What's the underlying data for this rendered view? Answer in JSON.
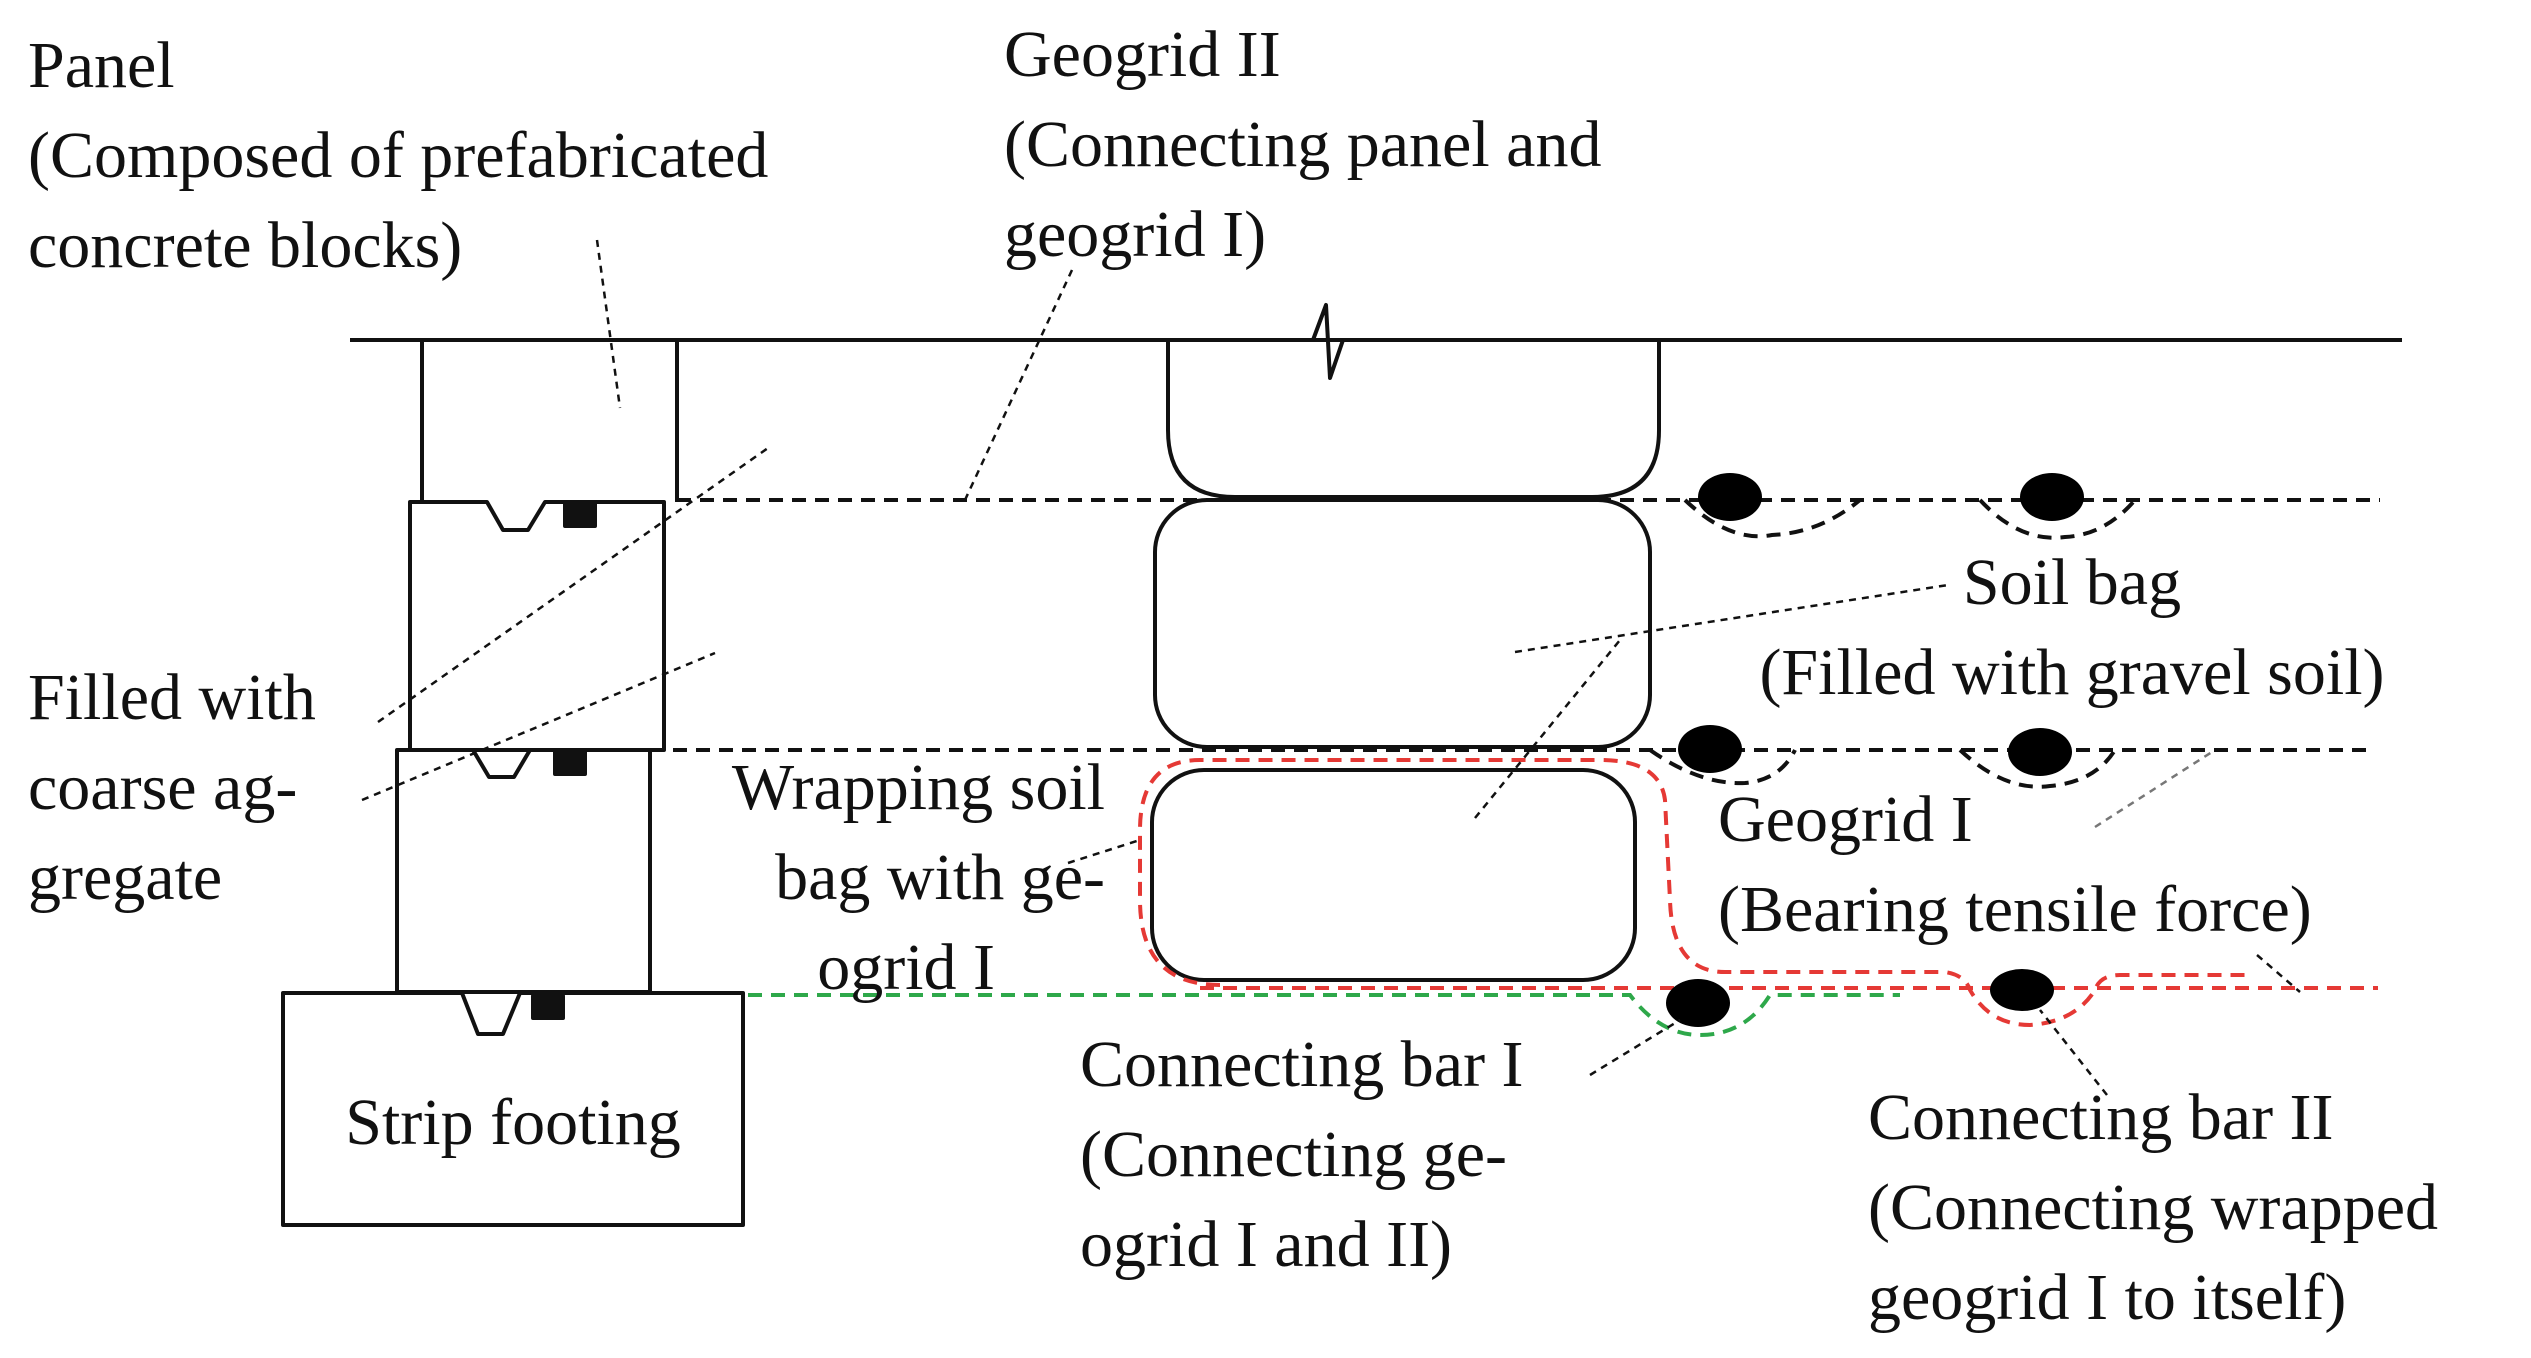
{
  "labels": {
    "panel": [
      "Panel",
      "(Composed of prefabricated",
      "concrete blocks)"
    ],
    "geogrid2": [
      "Geogrid II",
      "(Connecting panel and",
      "geogrid I)"
    ],
    "filled": [
      "Filled with",
      "coarse ag-",
      "gregate"
    ],
    "soilbag": [
      "Soil bag",
      "(Filled with gravel soil)"
    ],
    "wrapping": [
      "Wrapping soil",
      "bag with ge-",
      "ogrid I"
    ],
    "geogrid1": [
      "Geogrid I",
      "(Bearing tensile force)"
    ],
    "footing": "Strip footing",
    "bar1": [
      "Connecting bar I",
      "(Connecting ge-",
      "ogrid I and II)"
    ],
    "bar2": [
      "Connecting bar II",
      "(Connecting wrapped",
      "geogrid I to itself)"
    ]
  },
  "colors": {
    "line": "#111111",
    "wrap_geogrid": "#e53935",
    "base_geogrid": "#2ea84a",
    "bar": "#000000"
  }
}
